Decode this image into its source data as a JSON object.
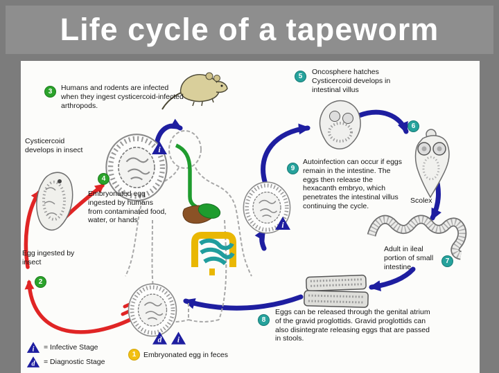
{
  "title": "Life cycle of a tapeworm",
  "colors": {
    "background": "#7c7c7c",
    "banner": "#8e8e8e",
    "panel": "#fcfcfa",
    "arrow_red": "#e02525",
    "arrow_blue": "#1e1ea0",
    "badge_green": "#2ba32b",
    "badge_teal": "#26a29c",
    "badge_yellow": "#f2c012"
  },
  "steps": [
    {
      "num": "1",
      "text": "Embryonated egg in feces"
    },
    {
      "num": "2",
      "text": "Egg ingested by insect"
    },
    {
      "num": "3",
      "text": "Humans and rodents are infected when they ingest cysticercoid-infected arthropods."
    },
    {
      "num": "4",
      "text": "Embryonated egg ingested by humans from contaminated food, water, or hands"
    },
    {
      "num": "5",
      "text": "Oncosphere hatches Cysticercoid develops in intestinal villus"
    },
    {
      "num": "6",
      "text": ""
    },
    {
      "num": "7",
      "text": ""
    },
    {
      "num": "8",
      "text": "Eggs can be released through the genital atrium of the gravid proglottids. Gravid proglottids can also disintegrate releasing eggs that are passed in stools."
    },
    {
      "num": "9",
      "text": "Autoinfection can occur if eggs remain in the intestine. The eggs then release the hexacanth embryo, which penetrates the intestinal villus continuing the cycle."
    }
  ],
  "labels": {
    "cysticercoid_insect": "Cysticercoid develops in insect",
    "scolex": "Scolex",
    "adult": "Adult in ileal portion of small intestine"
  },
  "legend": {
    "infective_symbol": "i",
    "diagnostic_symbol": "d",
    "infective": "= Infective Stage",
    "diagnostic": "= Diagnostic Stage"
  }
}
